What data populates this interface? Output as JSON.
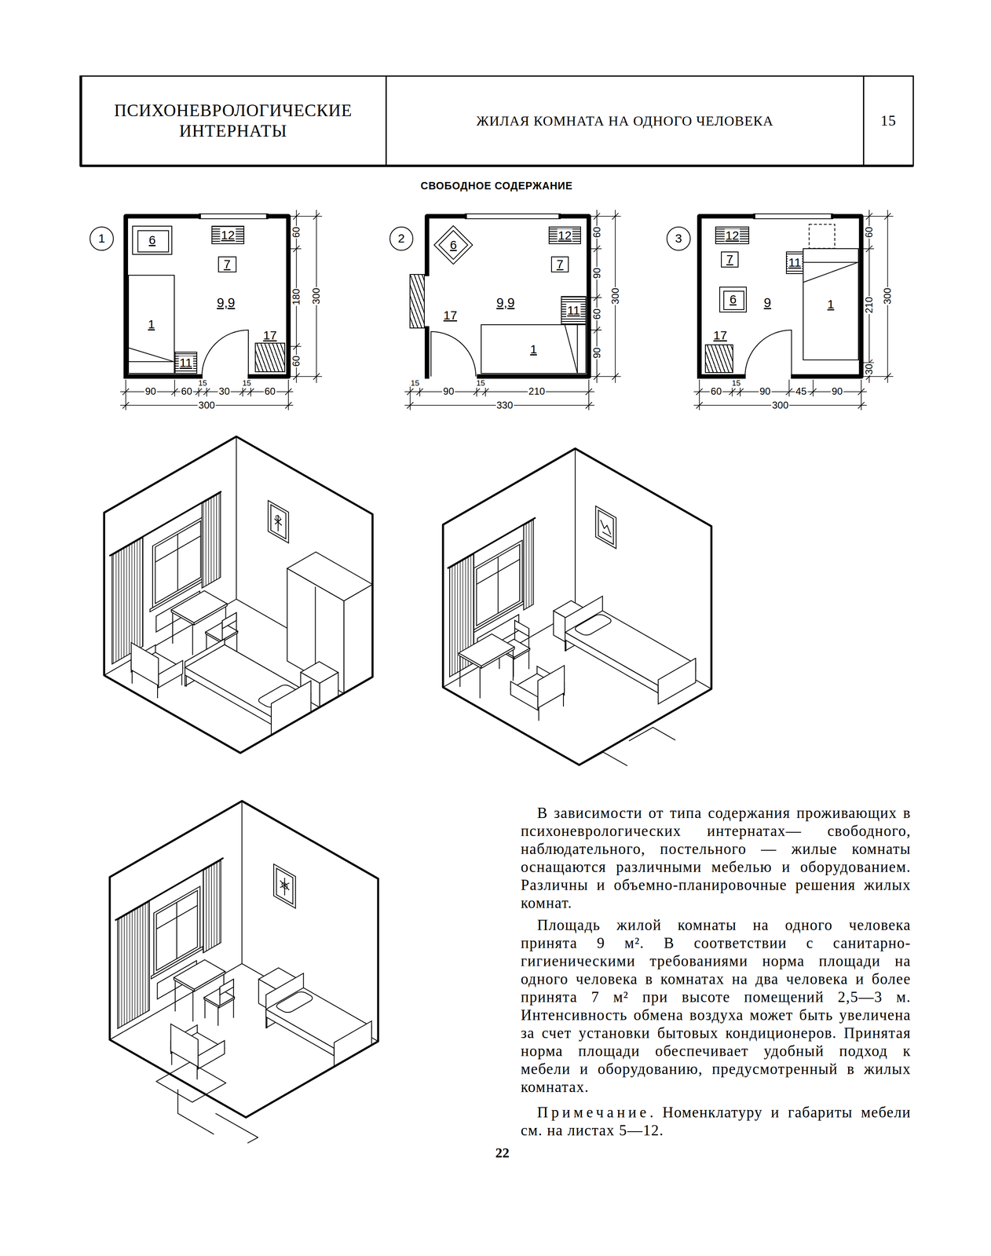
{
  "diagram": {
    "nodes": [
      {
        "text": [
          "ПСИХОНЕВРОЛОГИЧЕСКИЕ ИНТЕРНАТЫ"
        ]
      },
      {
        "text": [
          "ЖИЛАЯ КОМНАТА НА ОДНОГО ЧЕЛОВЕКА"
        ]
      },
      {
        "text": [
          "15"
        ]
      },
      {
        "text": [
          "1"
        ]
      },
      {
        "text": [
          "9,9"
        ]
      },
      {
        "text": [
          "6"
        ],
        "in": 4
      },
      {
        "text": [
          "12"
        ],
        "in": 4
      },
      {
        "text": [
          "7"
        ],
        "in": 4
      },
      {
        "text": [
          "1"
        ],
        "in": 4
      },
      {
        "text": [
          "17"
        ],
        "in": 4
      },
      {
        "text": [
          "11"
        ],
        "in": 4
      },
      {
        "text": [
          "2"
        ]
      },
      {
        "text": [
          "9,9"
        ]
      },
      {
        "text": [
          "6"
        ],
        "in": 12
      },
      {
        "text": [
          "12"
        ],
        "in": 12
      },
      {
        "text": [
          "7"
        ],
        "in": 12
      },
      {
        "text": [
          "17"
        ],
        "in": 12
      },
      {
        "text": [
          "11"
        ],
        "in": 12
      },
      {
        "text": [
          "1"
        ],
        "in": 12
      },
      {
        "text": [
          "3"
        ]
      },
      {
        "text": [
          "9"
        ]
      },
      {
        "text": [
          "12"
        ],
        "in": 20
      },
      {
        "text": [
          "7"
        ],
        "in": 20
      },
      {
        "text": [
          "11"
        ],
        "in": 20
      },
      {
        "text": [
          "6"
        ],
        "in": 20
      },
      {
        "text": [
          "1"
        ],
        "in": 20
      },
      {
        "text": [
          "17"
        ],
        "in": 20
      }
    ],
    "labels": [
      "СВОБОДНОЕ СОДЕРЖАНИЕ",
      "60",
      "180",
      "60",
      "300",
      "90",
      "60",
      "15",
      "30",
      "15",
      "60",
      "300",
      "60",
      "90",
      "60",
      "90",
      "300",
      "15",
      "90",
      "15",
      "210",
      "330",
      "60",
      "210",
      "30",
      "300",
      "60",
      "15",
      "90",
      "45",
      "90",
      "300",
      "В зависимости от типа содержания проживающих в психоневрологических интернатах— свободного, наблюдательного, постельного — жилые комнаты оснащаются различными мебелью и оборудованием. Различны и объемно-планировочные решения жилых комнат.",
      "Площадь жилой комнаты на одного человека принята 9 м². В соответствии с санитарно-гигиеническими требованиями норма площади на одного человека в комнатах на два человека и более принята 7 м² при высоте помещений 2,5—3 м. Интенсивность обмена воздуха может быть увеличена за счет установки бытовых кондиционеров. Принятая норма площади обеспечивает удобный подход к мебели и оборудованию, предусмотренный в жилых комнатах.",
      "Примечание.",
      "Номенклатуру и габариты мебели см. на листах 5—12.",
      "22"
    ]
  }
}
